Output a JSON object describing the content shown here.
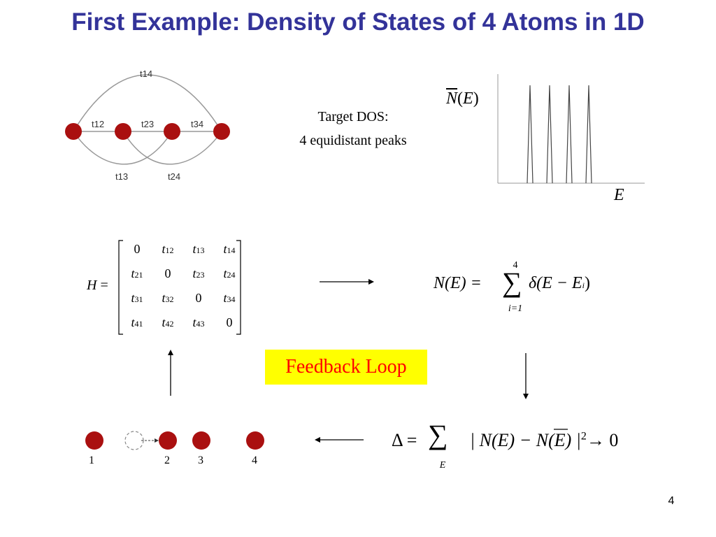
{
  "slide": {
    "title": "First Example: Density of States of 4 Atoms in 1D",
    "page_number": "4"
  },
  "graph": {
    "hoppings": {
      "t12": "t12",
      "t23": "t23",
      "t34": "t34",
      "t14": "t14",
      "t13": "t13",
      "t24": "t24"
    },
    "node_color": "#aa1010"
  },
  "target_dos": {
    "line1": "Target DOS:",
    "line2": "4 equidistant peaks"
  },
  "dos_plot": {
    "ylabel_symbol": "N",
    "ylabel_arg": "E",
    "xlabel": "E",
    "peaks": [
      1,
      2,
      3,
      4
    ]
  },
  "hamiltonian": {
    "lhs": "H",
    "rows": [
      [
        {
          "t": "0",
          "s": ""
        },
        {
          "t": "t",
          "s": "12"
        },
        {
          "t": "t",
          "s": "13"
        },
        {
          "t": "t",
          "s": "14"
        }
      ],
      [
        {
          "t": "t",
          "s": "21"
        },
        {
          "t": "0",
          "s": ""
        },
        {
          "t": "t",
          "s": "23"
        },
        {
          "t": "t",
          "s": "24"
        }
      ],
      [
        {
          "t": "t",
          "s": "31"
        },
        {
          "t": "t",
          "s": "32"
        },
        {
          "t": "0",
          "s": ""
        },
        {
          "t": "t",
          "s": "34"
        }
      ],
      [
        {
          "t": "t",
          "s": "41"
        },
        {
          "t": "t",
          "s": "42"
        },
        {
          "t": "t",
          "s": "43"
        },
        {
          "t": "0",
          "s": ""
        }
      ]
    ]
  },
  "dos_formula": {
    "lhs": "N(E) =",
    "sum_upper": "4",
    "sum_lower": "i=1",
    "body": "δ(E − E",
    "body_sub": "i",
    "body_end": ")"
  },
  "feedback_label": "Feedback Loop",
  "delta_formula": {
    "lhs": "Δ =",
    "sum_lower": "E",
    "body": "| N(E) − N(E) |",
    "power": "2",
    "arrow_to": "→ 0"
  },
  "atoms": {
    "labels": [
      "1",
      "2",
      "3",
      "4"
    ]
  }
}
